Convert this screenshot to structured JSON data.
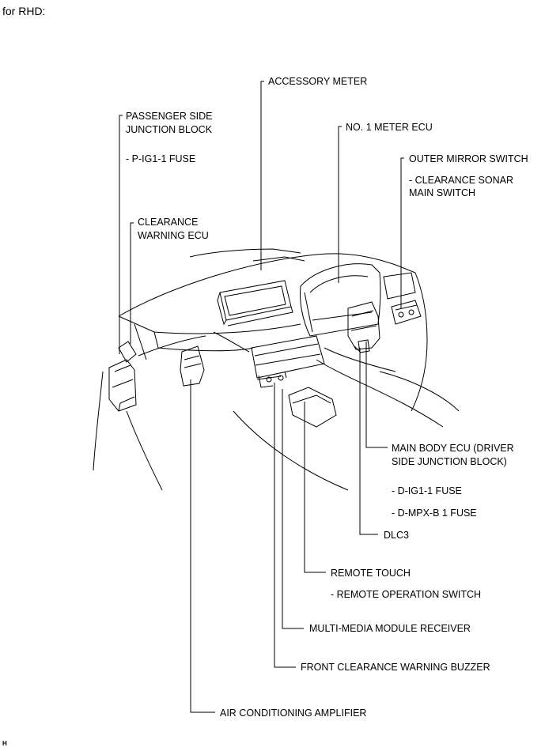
{
  "title": "for RHD:",
  "figure_code": "H",
  "labels": {
    "accessory_meter": "ACCESSORY METER",
    "passenger_jb_1": "PASSENGER SIDE",
    "passenger_jb_2": "JUNCTION BLOCK",
    "pig1_fuse": "- P-IG1-1 FUSE",
    "no1_meter_ecu": "NO. 1 METER ECU",
    "outer_mirror_switch": "OUTER MIRROR SWITCH",
    "clearance_sonar_1": "- CLEARANCE SONAR",
    "clearance_sonar_2": "MAIN SWITCH",
    "clearance_warning_ecu_1": "CLEARANCE",
    "clearance_warning_ecu_2": "WARNING ECU",
    "main_body_ecu_1": "MAIN BODY ECU (DRIVER",
    "main_body_ecu_2": "SIDE JUNCTION BLOCK)",
    "dig1_fuse": "- D-IG1-1 FUSE",
    "dmpxb_fuse": "- D-MPX-B 1 FUSE",
    "dlc3": "DLC3",
    "remote_touch": "REMOTE TOUCH",
    "remote_operation_switch": "- REMOTE OPERATION SWITCH",
    "mm_receiver": "MULTI-MEDIA MODULE RECEIVER",
    "front_buzzer": "FRONT CLEARANCE WARNING BUZZER",
    "ac_amplifier": "AIR CONDITIONING AMPLIFIER"
  }
}
